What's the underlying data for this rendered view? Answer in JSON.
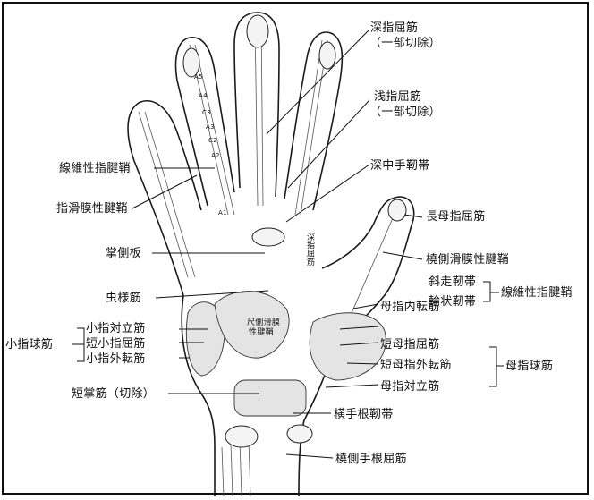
{
  "labels": {
    "fdp": "深指屈筋",
    "fdp_note": "（一部切除）",
    "fds": "浅指屈筋",
    "fds_note": "（一部切除）",
    "deep_mid_sheath": "深中手靭帯",
    "fpl": "長母指屈筋",
    "radial_synovial": "橈側滑膜性腱鞘",
    "oblique_lig": "斜走靭帯",
    "annular_lig": "輪状靭帯",
    "fibrous_sheath_right": "線維性指腱鞘",
    "fibrous_sheath_left": "線維性指腱鞘",
    "digital_synovial": "指滑膜性腱鞘",
    "palmar_plate": "掌側板",
    "lumbrical": "虫様筋",
    "hypothenar_group": "小指球筋",
    "odm": "小指対立筋",
    "fdm": "短小指屈筋",
    "adm": "小指外転筋",
    "palmaris_brevis": "短掌筋（切除）",
    "transverse_carpal": "横手根靭帯",
    "fcr": "橈側手根屈筋",
    "adductor_pollicis": "母指内転筋",
    "fpb": "短母指屈筋",
    "apb": "短母指外転筋",
    "op": "母指対立筋",
    "thenar_group": "母指球筋",
    "ulnar_bursa_1": "尺側滑膜",
    "ulnar_bursa_2": "性腱鞘",
    "deep_flexor_vertical": "深指屈筋"
  },
  "annular_marks": [
    "A5",
    "A4",
    "C3",
    "A3",
    "C2",
    "A2",
    "A1"
  ]
}
